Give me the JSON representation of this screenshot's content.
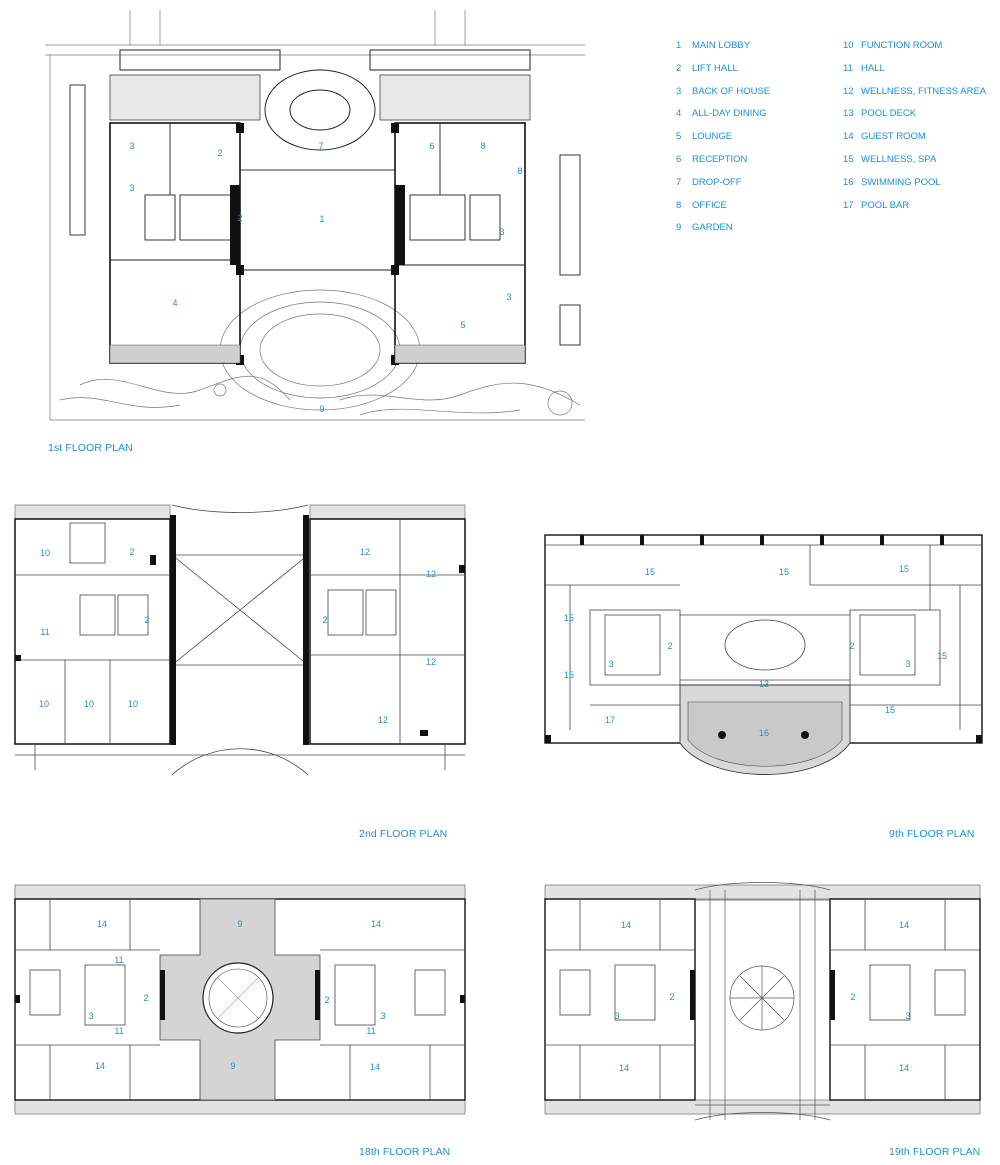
{
  "legend": [
    {
      "num": "1",
      "label": "MAIN LOBBY"
    },
    {
      "num": "2",
      "label": "LIFT HALL"
    },
    {
      "num": "3",
      "label": "BACK OF HOUSE"
    },
    {
      "num": "4",
      "label": "ALL-DAY DINING"
    },
    {
      "num": "5",
      "label": "LOUNGE"
    },
    {
      "num": "6",
      "label": "RECEPTION"
    },
    {
      "num": "7",
      "label": "DROP-OFF"
    },
    {
      "num": "8",
      "label": "OFFICE"
    },
    {
      "num": "9",
      "label": "GARDEN"
    },
    {
      "num": "10",
      "label": "FUNCTION ROOM"
    },
    {
      "num": "11",
      "label": "HALL"
    },
    {
      "num": "12",
      "label": "WELLNESS,  FITNESS AREA"
    },
    {
      "num": "13",
      "label": "POOL DECK"
    },
    {
      "num": "14",
      "label": "GUEST ROOM"
    },
    {
      "num": "15",
      "label": "WELLNESS, SPA"
    },
    {
      "num": "16",
      "label": "SWIMMING POOL"
    },
    {
      "num": "17",
      "label": "POOL BAR"
    }
  ],
  "plans": {
    "floor1": {
      "title": "1st FLOOR PLAN",
      "labels": [
        "3",
        "3",
        "2",
        "2",
        "1",
        "7",
        "6",
        "8",
        "8",
        "3",
        "3",
        "4",
        "5",
        "9"
      ]
    },
    "floor2": {
      "title": "2nd FLOOR PLAN",
      "labels": [
        "10",
        "2",
        "11",
        "2",
        "10",
        "10",
        "10",
        "12",
        "12",
        "2",
        "12",
        "12"
      ]
    },
    "floor9": {
      "title": "9th FLOOR PLAN",
      "labels": [
        "15",
        "15",
        "15",
        "15",
        "3",
        "2",
        "3",
        "2",
        "15",
        "15",
        "15",
        "13",
        "16",
        "17"
      ]
    },
    "floor18": {
      "title": "18th FLOOR PLAN",
      "labels": [
        "14",
        "11",
        "3",
        "2",
        "11",
        "9",
        "9",
        "2",
        "3",
        "11",
        "14",
        "14",
        "14"
      ]
    },
    "floor19": {
      "title": "19th FLOOR PLAN",
      "labels": [
        "14",
        "3",
        "2",
        "14",
        "14",
        "2",
        "3",
        "14"
      ]
    }
  },
  "colors": {
    "label": "#1c8fd6",
    "line": "#222222",
    "wall": "#111111"
  }
}
